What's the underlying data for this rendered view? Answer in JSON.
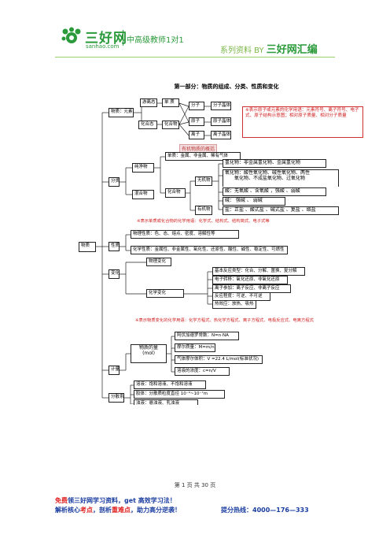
{
  "header": {
    "logo_cn": "三好网",
    "logo_site": "sanhao.com",
    "slogan": "中高级教师1对1",
    "series_prefix": "系列资料 BY",
    "series_brand": "三好网汇编",
    "brand_color": "#2a9a3a"
  },
  "diagram": {
    "title": "第一部分：物质的组成、分类、性质和变化",
    "root": "物质",
    "composition": {
      "label": "物质：元素",
      "free_state": "游离态",
      "combined_state": "化合态",
      "simple": "单 质",
      "compound": "化合物",
      "molecule": "分子",
      "atom": "原子",
      "ion": "离子",
      "molecular_crystal": "分子晶体",
      "atomic_crystal": "原子晶体",
      "ionic_crystal": "离子晶体",
      "note": "※表示原子或元素的化学用语：元素符号、离子符号、电子式、原子结构示意图；相对原子质量、相对分子质量"
    },
    "classification": {
      "label": "分类",
      "pure": "纯净物",
      "mixture": "混合物",
      "pink_head": "有机物质的概括",
      "simple_types": "单质：金属、非金属、稀有气体",
      "compound": "化合物",
      "inorganic": "无机物",
      "organic": "有机物",
      "hydride": "氢化物：非金属氢化物、金属氢化物",
      "oxide1": "氧化物：酸性氧化物、碱性氧化物、两性",
      "oxide2": "氧化物、不成盐氧化物、过氧化物",
      "acid": "酸：无氧酸 、含氧酸 ，强酸 、弱酸",
      "base": "碱： 强碱 、 弱碱",
      "salt": "盐：正盐 、酸式盐 、碱式盐 、复盐 、络盐",
      "note": "※表示单质或化合物的化学用语：化学式、结构式、结构简式、电子式等"
    },
    "properties": {
      "label": "性质",
      "physical": "物理性质：色、态、熔点、密度、溶解性等",
      "chemical": "化学性质：金属性、非金属性、氧化性、还原性、酸性、碱性、稳定性、可燃性"
    },
    "changes": {
      "label": "变化",
      "physical": "物理变化",
      "chemical": "化学变化",
      "basic_types": "基本反应类型：化合、分解、置换、复分解",
      "electron": "电子转移：氧化还原、非氧化还原",
      "ion_participation": "离子参加：离子反应、非离子反应",
      "degree": "反应程度：可逆、不可逆",
      "heat": "热效应：放热、吸热",
      "note": "※表示物质变化的化学用语：化学方程式、热化学方程式、离子方程式、电极反应式、电离方程式"
    },
    "measurement": {
      "label": "计量",
      "mole": "物质的量",
      "mole_unit": "(mol)",
      "avogadro": "阿伏加德罗常数：N=n·NA",
      "molar_mass": "摩尔质量：M=m/n",
      "gas_volume": "气体摩尔体积：V =22.4 L/mol(标准状况)",
      "concentration": "溶液的浓度：c=n/V"
    },
    "dispersion": {
      "label": "分散系",
      "solution": "溶液：饱和溶液、不饱和溶液",
      "colloid": "胶体：分散质粒度直径 10⁻⁹~10⁻⁷m",
      "turbid": "浊液：悬浊液、乳浊液"
    }
  },
  "footer": {
    "page_no": "第 1 页 共 30 页",
    "line1_a": "免费",
    "line1_b": "领三好网学习资料，get 高效学习法！",
    "line2_a": "解析核心",
    "line2_b": "考点",
    "line2_c": "，剖析",
    "line2_d": "重难点",
    "line2_e": "，助力高分逆袭！",
    "hotline": "提分热线：4000—176—333"
  }
}
